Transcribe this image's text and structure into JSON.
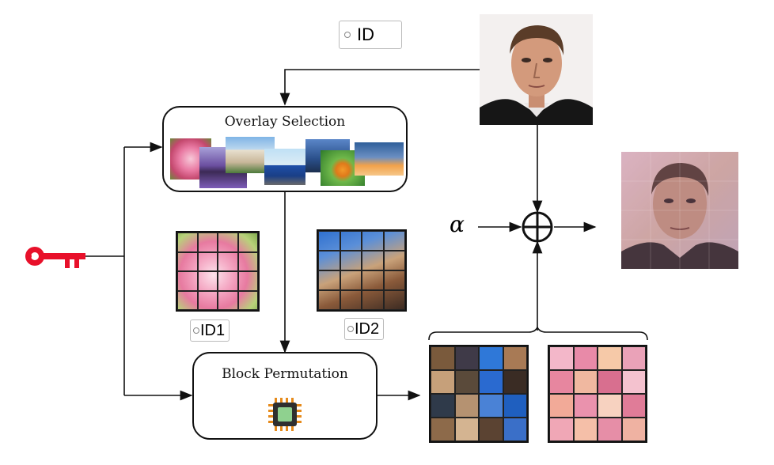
{
  "id_tags": {
    "top": "ID",
    "left": "ID1",
    "right": "ID2"
  },
  "boxes": {
    "overlay_selection": "Overlay Selection",
    "block_permutation": "Block Permutation"
  },
  "symbols": {
    "alpha": "α"
  },
  "colors": {
    "key": "#e8102a",
    "chip_body": "#2f2f2f",
    "chip_pins": "#e68a1a",
    "chip_core": "#8fd18f",
    "line": "#111111"
  },
  "icons": [
    "key-icon",
    "chip-icon",
    "xor-plus-icon"
  ]
}
